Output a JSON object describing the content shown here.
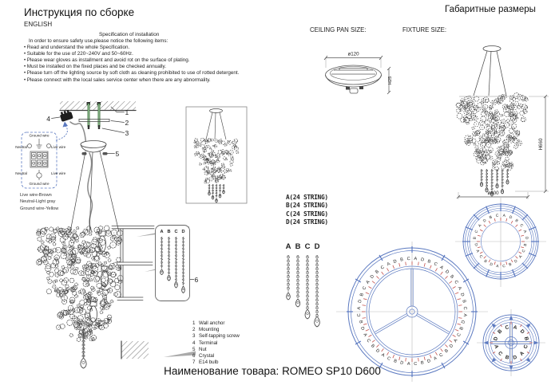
{
  "header": {
    "left_title": "Инструкция по сборке",
    "language": "ENGLISH",
    "right_title": "Габаритные размеры"
  },
  "spec": {
    "heading": "Specification of installation",
    "intro": "In order to ensure safety use,please notice the following items:",
    "items": [
      "Read and understand the whole Specification.",
      "Suitable for the use of 220~240V and 50~60Hz.",
      "Please wear gloves as installment and avoid rot on the surface of plating.",
      "Must be installed on the fixed places and be checked annually.",
      "Please turn off the lighting source by soft cloth as cleaning prohibited to use of rotted detergent.",
      "Please connect with the local sales service center when there are any abnormality."
    ]
  },
  "wiring": {
    "ground_wire_top": "Ground wire",
    "neutral_top": "Neutral",
    "live_top": "Live wire",
    "neutral_bottom": "Neutral",
    "live_bottom": "Live wire",
    "ground_wire_bottom": "Ground wire",
    "legend": [
      "Live wire-Brown",
      "Neutral-Light gray",
      "Ground wire-Yellow"
    ]
  },
  "parts": {
    "items": [
      {
        "num": "1",
        "name": "Wall anchor"
      },
      {
        "num": "2",
        "name": "Mounting"
      },
      {
        "num": "3",
        "name": "Self-tapping screw"
      },
      {
        "num": "4",
        "name": "Terminal"
      },
      {
        "num": "5",
        "name": "Nut"
      },
      {
        "num": "6",
        "name": "Crystal"
      },
      {
        "num": "7",
        "name": "E14 bulb"
      }
    ]
  },
  "sizes": {
    "ceiling_pan_label": "CEILING PAN SIZE:",
    "fixture_label": "FIXTURE SIZE:",
    "pan_diameter": "ø120",
    "pan_height": "H25",
    "fixture_height": "H660",
    "fixture_diameter": "ø600"
  },
  "strings": {
    "counts": [
      "A(24 STRING)",
      "B(24 STRING)",
      "C(24 STRING)",
      "D(24 STRING)"
    ],
    "labels": [
      "A",
      "B",
      "C",
      "D"
    ]
  },
  "rings": {
    "pattern_clockwise": [
      "A",
      "D",
      "B",
      "C"
    ],
    "outer_count": 48,
    "middle_count": 24,
    "inner_count": 12
  },
  "footer": {
    "label": "Наименование товара:",
    "value": "ROMEO SP10 D600"
  },
  "colors": {
    "ink": "#444444",
    "blue": "#5b79c0",
    "red": "#c4524e",
    "green": "#4e8c4e",
    "gray": "#bbbbbb"
  }
}
